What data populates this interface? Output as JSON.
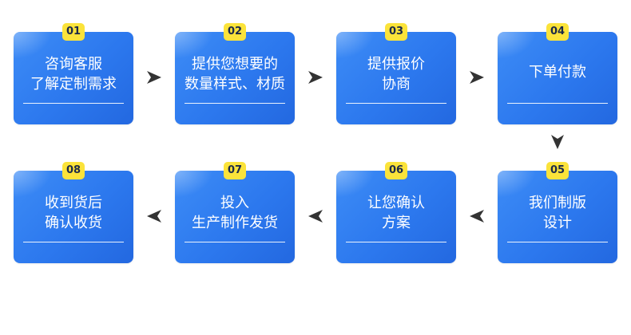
{
  "steps": [
    {
      "num": "01",
      "lines": [
        "咨询客服",
        "了解定制需求"
      ]
    },
    {
      "num": "02",
      "lines": [
        "提供您想要的",
        "数量样式、材质"
      ]
    },
    {
      "num": "03",
      "lines": [
        "提供报价",
        "协商"
      ]
    },
    {
      "num": "04",
      "lines": [
        "下单付款",
        ""
      ]
    },
    {
      "num": "05",
      "lines": [
        "我们制版",
        "设计"
      ]
    },
    {
      "num": "06",
      "lines": [
        "让您确认",
        "方案"
      ]
    },
    {
      "num": "07",
      "lines": [
        "投入",
        "生产制作发货"
      ]
    },
    {
      "num": "08",
      "lines": [
        "收到货后",
        "确认收货"
      ]
    }
  ],
  "colors": {
    "box": "#2c78ee",
    "badge": "#fbe33a",
    "badge_text": "#1c2a48",
    "arrow": "#333333"
  },
  "icons": {
    "arrow_right": "arrow-right-icon",
    "arrow_down": "arrow-down-icon",
    "arrow_left": "arrow-left-icon"
  }
}
